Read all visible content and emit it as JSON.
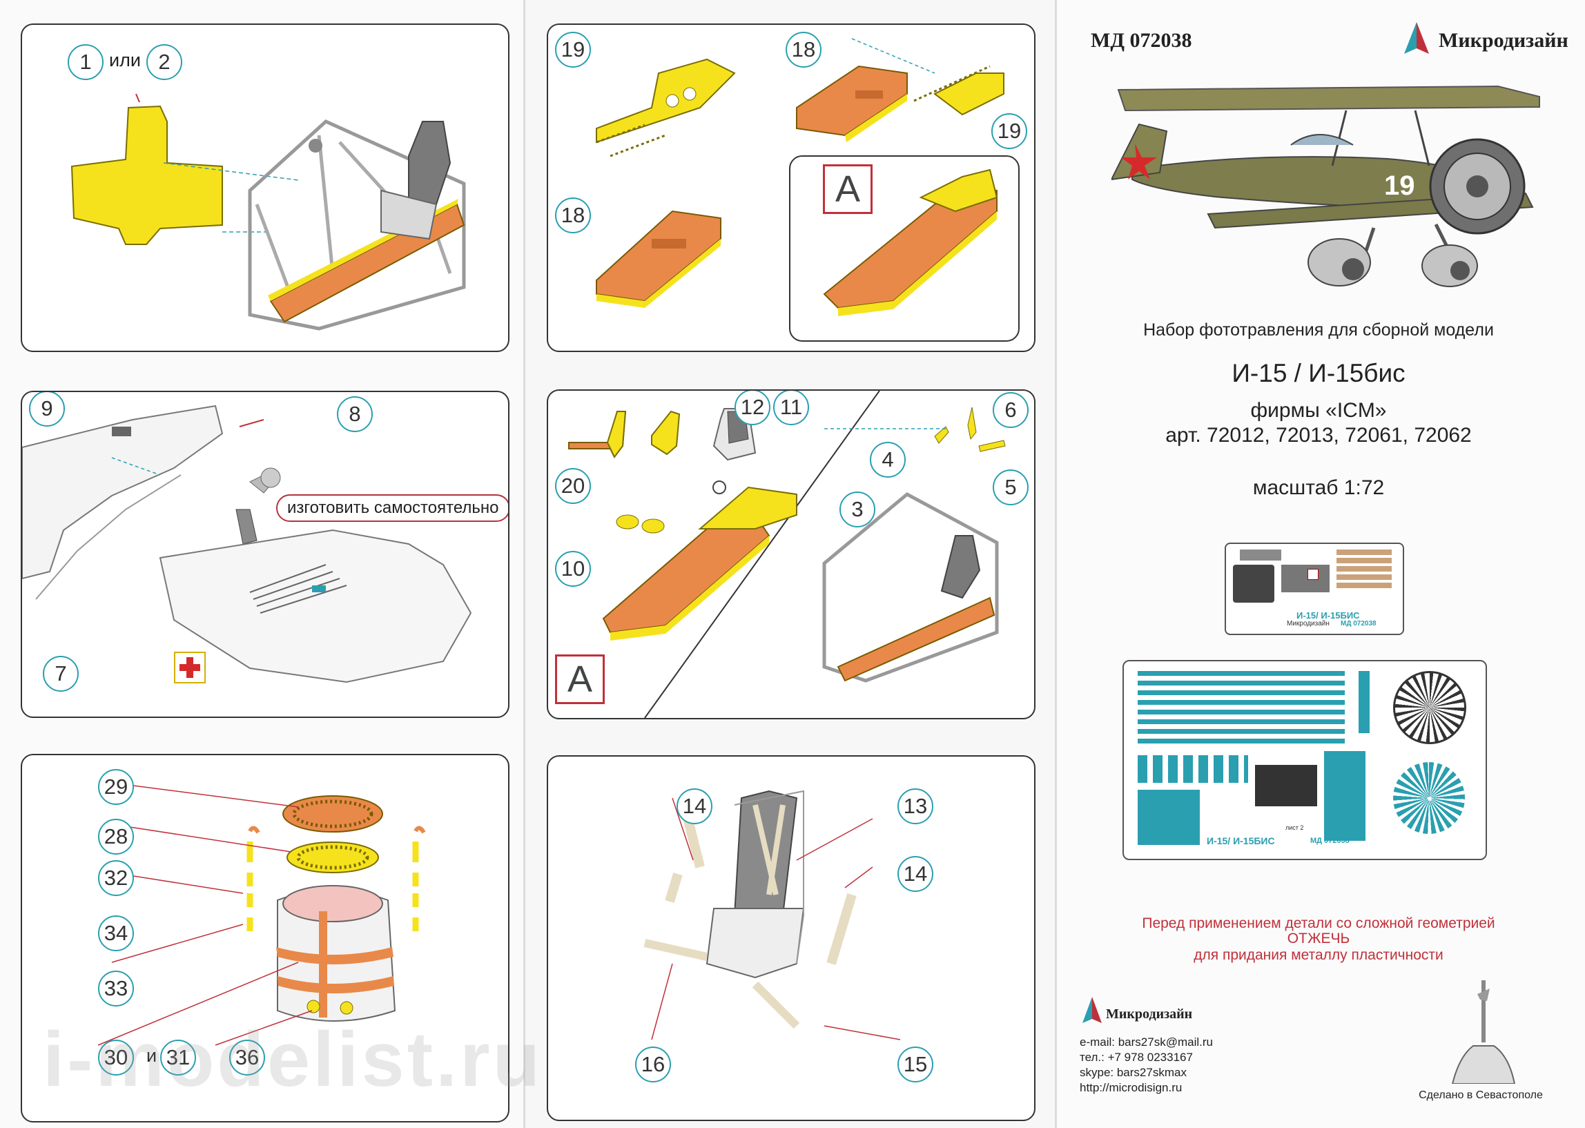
{
  "brand": {
    "code": "МД 072038",
    "name": "Микродизайн"
  },
  "product": {
    "subtitle": "Набор фототравления для сборной модели",
    "model": "И-15 / И-15бис",
    "maker": "фирмы «ICM»",
    "articles": "арт. 72012, 72013, 72061, 72062",
    "scale": "масштаб 1:72"
  },
  "sheet1": {
    "label": "И-15/ И-15БИС",
    "code": "МД 072038",
    "brand": "Микродизайн"
  },
  "sheet2": {
    "label": "И-15/ И-15БИС",
    "code": "МД 072038",
    "list": "лист 2"
  },
  "warning": {
    "line1": "Перед применением детали со сложной геометрией",
    "line2": "ОТЖЕЧЬ",
    "line3": "для придания металлу пластичности"
  },
  "contacts": {
    "email": "e-mail: bars27sk@mail.ru",
    "phone": "тел.: +7 978 0233167",
    "skype": "skype: bars27skmax",
    "site": "http://microdisign.ru"
  },
  "made_in": "Сделано в Севастополе",
  "watermark": "i-modelist.ru",
  "plane_number": "19",
  "panel1": {
    "n1": "1",
    "or": "или",
    "n2": "2"
  },
  "panel2": {
    "n19a": "19",
    "n18a": "18",
    "n19b": "19",
    "n18b": "18",
    "a": "A"
  },
  "panel3": {
    "n9": "9",
    "n8": "8",
    "n7": "7",
    "make": "изготовить самостоятельно"
  },
  "panel4": {
    "n12": "12",
    "n11": "11",
    "n20": "20",
    "n10": "10",
    "a": "A",
    "n6": "6",
    "n4": "4",
    "n5": "5",
    "n3": "3"
  },
  "panel5": {
    "n29": "29",
    "n28": "28",
    "n32": "32",
    "n34": "34",
    "n33": "33",
    "n30": "30",
    "and": "и",
    "n31": "31",
    "n36": "36"
  },
  "panel6": {
    "n14a": "14",
    "n13": "13",
    "n14b": "14",
    "n16": "16",
    "n15": "15"
  },
  "colors": {
    "yellow": "#f5e21c",
    "orange": "#e8894a",
    "teal": "#2a9fb0",
    "red": "#c0303a",
    "grey": "#c9c9c9"
  }
}
